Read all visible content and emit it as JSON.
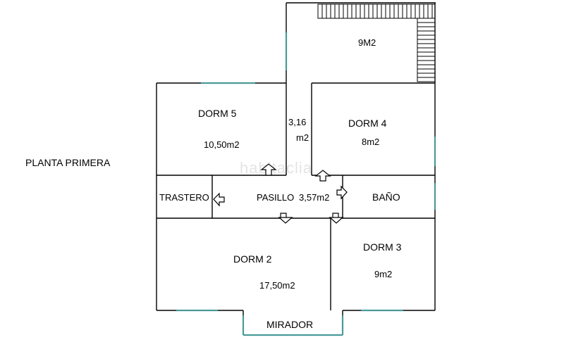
{
  "plan_title": "PLANTA PRIMERA",
  "watermark": "habitaclia",
  "rooms": {
    "terrace": {
      "area": "9M2"
    },
    "dorm5": {
      "name": "DORM 5",
      "area": "10,50m2"
    },
    "corridor_top": {
      "area_line1": "3,16",
      "area_line2": "m2"
    },
    "dorm4": {
      "name": "DORM 4",
      "area": "8m2"
    },
    "trastero": {
      "name": "TRASTERO"
    },
    "pasillo": {
      "name": "PASILLO",
      "area": "3,57m2"
    },
    "bano": {
      "name": "BAÑO"
    },
    "dorm2": {
      "name": "DORM 2",
      "area": "17,50m2"
    },
    "dorm3": {
      "name": "DORM 3",
      "area": "9m2"
    },
    "mirador": {
      "name": "MIRADOR"
    }
  },
  "colors": {
    "walls": "#000000",
    "windows": "#4a9a9a",
    "watermark": "#e4e4e4"
  }
}
